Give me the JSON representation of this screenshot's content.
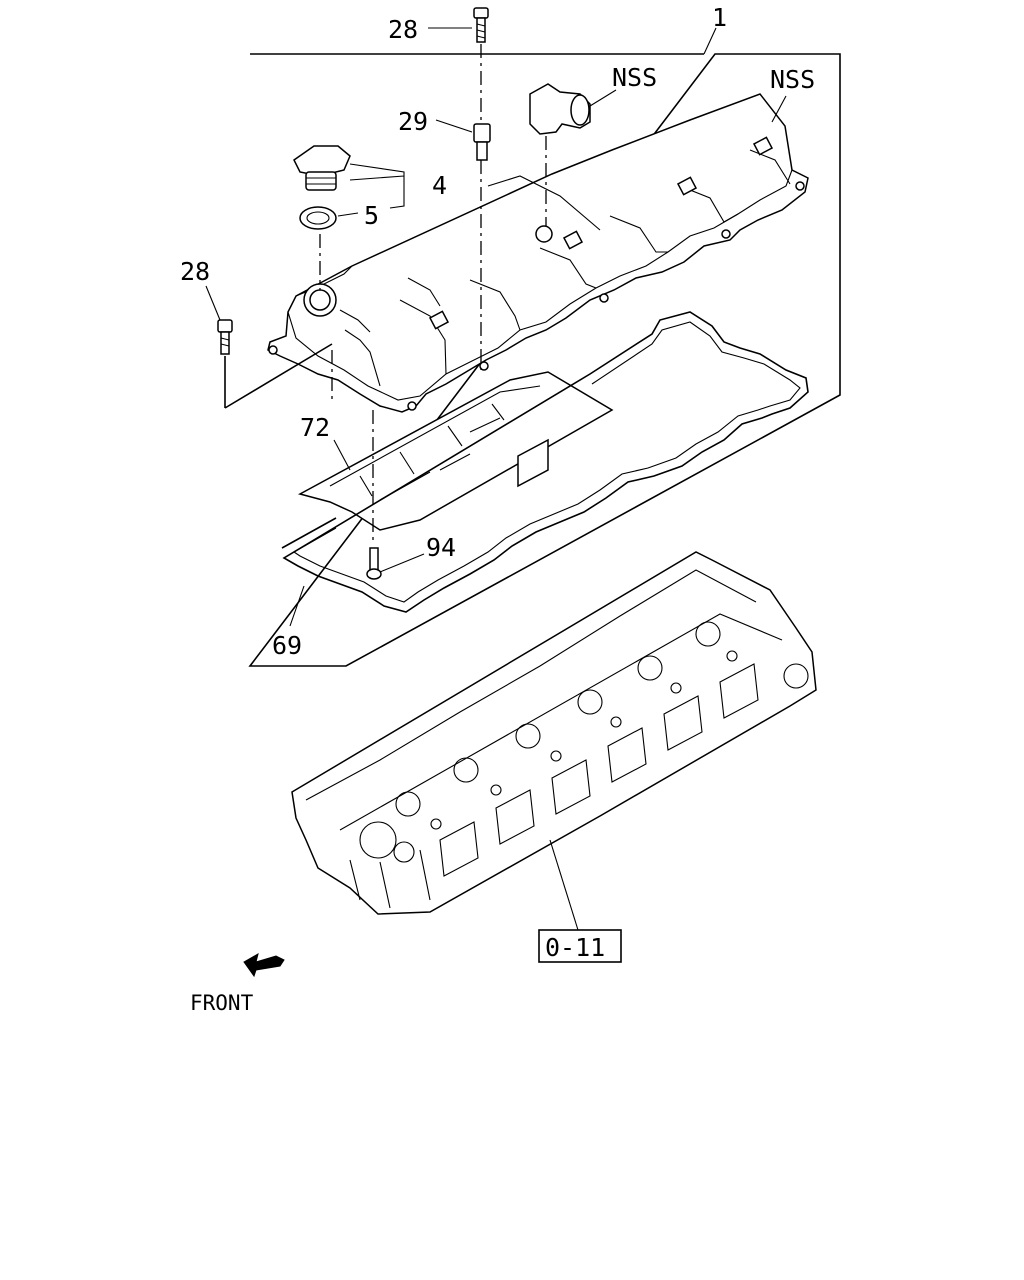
{
  "diagram": {
    "callouts": [
      {
        "id": "assembly",
        "label": "1"
      },
      {
        "id": "bolt-top",
        "label": "28"
      },
      {
        "id": "stud",
        "label": "29"
      },
      {
        "id": "cap",
        "label": "4"
      },
      {
        "id": "seal",
        "label": "5"
      },
      {
        "id": "bolt-left",
        "label": "28"
      },
      {
        "id": "elbow",
        "label": "NSS"
      },
      {
        "id": "cover",
        "label": "NSS"
      },
      {
        "id": "baffle",
        "label": "72"
      },
      {
        "id": "screw",
        "label": "94"
      },
      {
        "id": "gasket",
        "label": "69"
      }
    ],
    "reference_box": "0-11",
    "front_label": "FRONT"
  }
}
